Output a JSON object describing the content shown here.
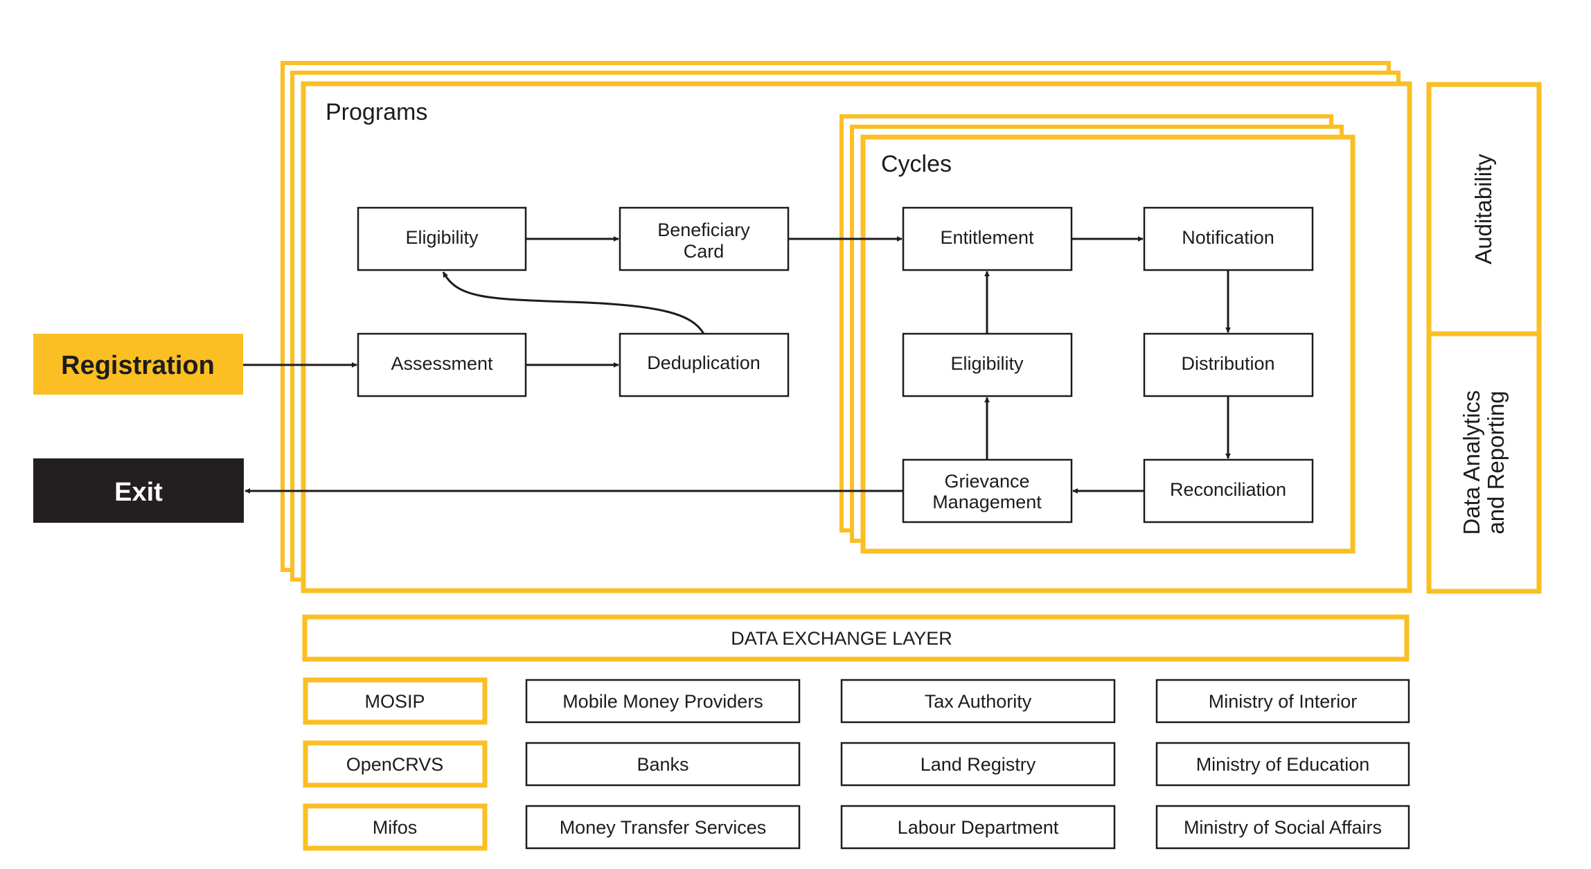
{
  "colors": {
    "accent": "#FBBF24",
    "dark": "#231F20",
    "line": "#1C1C1C",
    "background": "#FFFFFF"
  },
  "registration": {
    "label": "Registration"
  },
  "exit": {
    "label": "Exit"
  },
  "programs": {
    "title": "Programs",
    "eligibility": "Eligibility",
    "beneficiary_card": [
      "Beneficiary",
      "Card"
    ],
    "assessment": "Assessment",
    "deduplication": "Deduplication"
  },
  "cycles": {
    "title": "Cycles",
    "entitlement": "Entitlement",
    "notification": "Notification",
    "eligibility": "Eligibility",
    "distribution": "Distribution",
    "grievance_management": [
      "Grievance",
      "Management"
    ],
    "reconciliation": "Reconciliation"
  },
  "side_panel": {
    "auditability": "Auditability",
    "analytics": [
      "Data Analytics",
      "and Reporting"
    ]
  },
  "data_exchange": {
    "label": "DATA EXCHANGE LAYER"
  },
  "integrations": {
    "col1": [
      "MOSIP",
      "OpenCRVS",
      "Mifos"
    ],
    "col2": [
      "Mobile Money Providers",
      "Banks",
      "Money Transfer Services"
    ],
    "col3": [
      "Tax Authority",
      "Land Registry",
      "Labour Department"
    ],
    "col4": [
      "Ministry of Interior",
      "Ministry of Education",
      "Ministry of Social Affairs"
    ]
  }
}
